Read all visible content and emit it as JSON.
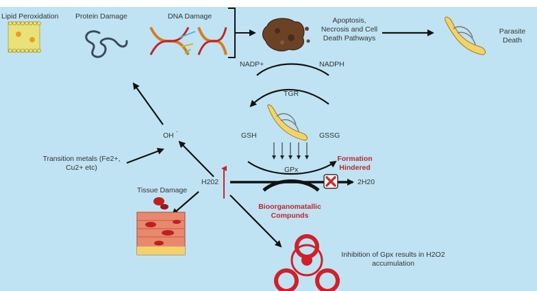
{
  "labels": {
    "lipid_peroxidation": "Lipid Peroxidation",
    "protein_damage": "Protein Damage",
    "dna_damage": "DNA Damage",
    "apoptosis_line1": "Apoptosis,",
    "apoptosis_line2": "Necrosis and Cell",
    "apoptosis_line3": "Death Pathways",
    "parasite_line1": "Parasite",
    "parasite_line2": "Death",
    "nadp_plus": "NADP+",
    "nadph": "NADPH",
    "tgr": "TGR",
    "gsh": "GSH",
    "gssg": "GSSG",
    "oh": "OH",
    "oh_dot": "·",
    "transition_line1": "Transition metals (Fe2+,",
    "transition_line2": "Cu2+ etc)",
    "gpx": "GPx",
    "formation_line1": "Formation",
    "formation_line2": "Hindered",
    "h2o2": "H202",
    "h2o": "2H20",
    "tissue_damage": "Tissue Damage",
    "bio_line1": "Bioorganomatallic",
    "bio_line2": "Compunds",
    "inhibition_line1": "Inhibition of Gpx results in H2O2",
    "inhibition_line2": "accumulation"
  },
  "colors": {
    "background": "#bfe3f3",
    "accent_red": "#c0252b",
    "parasite_yellow": "#f2d36b",
    "cell_brown": "#6b4226"
  }
}
